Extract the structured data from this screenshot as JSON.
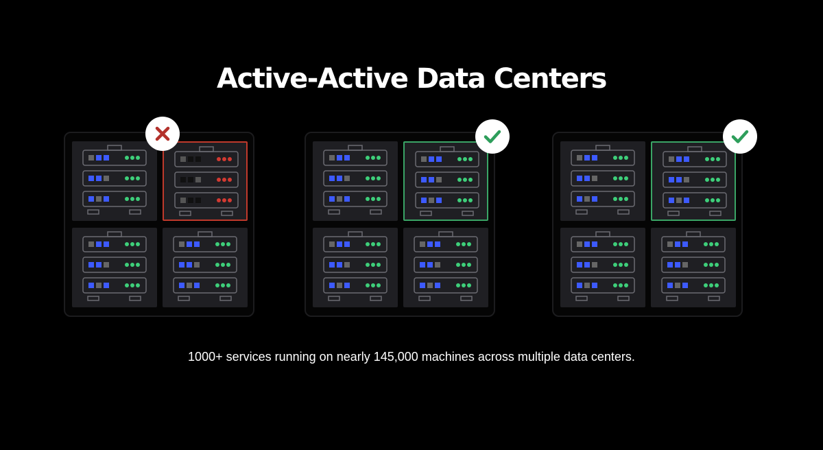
{
  "title": "Active-Active Data Centers",
  "caption": "1000+ services running on nearly 145,000 machines across multiple data centers.",
  "colors": {
    "background": "#000000",
    "rack": "#1f1f23",
    "outline": "#6b6b72",
    "blue_light": "#3d5afe",
    "grey_light": "#666666",
    "green_light": "#3ecf7a",
    "red_light": "#d23a32",
    "fail_border": "#c0392b",
    "ok_border": "#3aa566",
    "fail_icon": "#b3312b",
    "ok_icon": "#2e9e5b"
  },
  "data_centers": [
    {
      "status": "failed",
      "badge_icon": "red-x-icon",
      "highlighted_rack": 1
    },
    {
      "status": "healthy",
      "badge_icon": "green-check-icon",
      "highlighted_rack": 1
    },
    {
      "status": "healthy",
      "badge_icon": "green-check-icon",
      "highlighted_rack": 1
    }
  ]
}
